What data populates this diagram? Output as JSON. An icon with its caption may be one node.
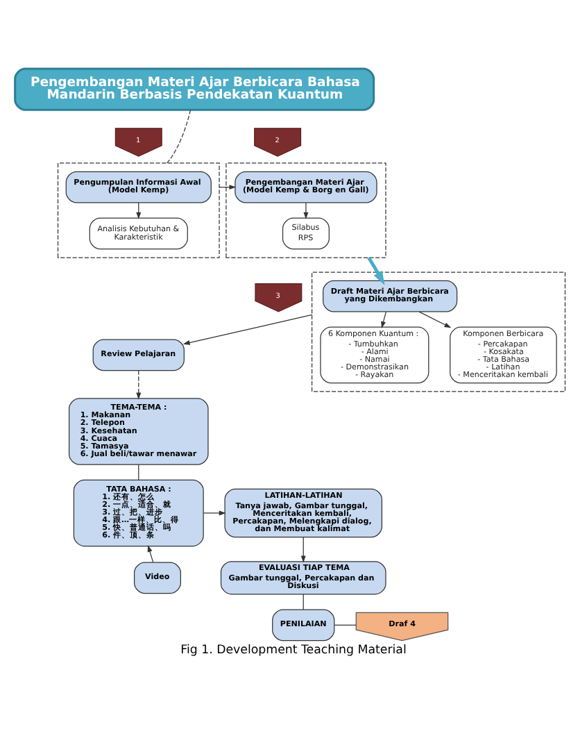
{
  "diagram": {
    "caption": "Fig 1. Development Teaching Material",
    "nodes": [
      {
        "text": [
          "Pengembangan Materi Ajar Berbicara Bahasa Mandarin Berbasis Pendekatan Kuantum"
        ]
      },
      {
        "text": [
          "1"
        ]
      },
      {
        "text": [
          "2"
        ]
      },
      {
        "text": [],
        "shape": "box"
      },
      {
        "text": [
          "Pengumpulan Informasi Awal (Model Kemp)"
        ],
        "in": 3
      },
      {
        "text": [
          "Analisis Kebutuhan & Karakteristik"
        ],
        "in": 3
      },
      {
        "text": [],
        "shape": "box"
      },
      {
        "text": [
          "Pengembangan Materi Ajar (Model Kemp & Borg en Gall)"
        ],
        "in": 6
      },
      {
        "text": [
          "Silabus",
          "RPS"
        ],
        "in": 6
      },
      {
        "text": [
          "3"
        ]
      },
      {
        "text": [],
        "shape": "box"
      },
      {
        "text": [
          "Draft Materi Ajar Berbicara yang Dikembangkan"
        ],
        "in": 10
      },
      {
        "text": [
          "6 Komponen Kuantum :",
          "- Tumbuhkan",
          "- Alami",
          "- Namai",
          "- Demonstrasikan",
          "- Rayakan"
        ],
        "in": 10
      },
      {
        "text": [
          "Komponen Berbicara",
          "- Percakapan",
          "- Kosakata",
          "- Tata Bahasa",
          "- Latihan",
          "- Menceritakan kembali"
        ],
        "in": 10
      },
      {
        "text": [
          "Review Pelajaran"
        ]
      },
      {
        "text": [
          "TEMA-TEMA :",
          "1. Makanan",
          "2. Telepon",
          "3. Kesehatan",
          "4. Cuaca",
          "5. Tamasya",
          "6. Jual beli/tawar menawar"
        ]
      },
      {
        "text": [
          "TATA BAHASA :",
          "1. 还有、怎么",
          "2. 一点、适合、就",
          "3. 过、把、进步",
          "4. 跟…一样、比、得",
          "5. 快、普通话、吗",
          "6. 件、顶、条"
        ]
      },
      {
        "text": [
          "LATIHAN-LATIHAN",
          "Tanya jawab, Gambar tunggal, Menceritakan kembali, Percakapan, Melengkapi dialog, dan Membuat kalimat"
        ]
      },
      {
        "text": [
          "Video"
        ]
      },
      {
        "text": [
          "EVALUASI TIAP TEMA",
          "Gambar tunggal, Percakapan dan Diskusi"
        ]
      },
      {
        "text": [
          "Draf 4"
        ]
      },
      {
        "text": [
          "PENILAIAN"
        ]
      }
    ],
    "edges": [
      {
        "from": 0,
        "to": 3,
        "arrow": "none",
        "style": "dashed"
      },
      {
        "from": 4,
        "to": 5,
        "arrow": "to"
      },
      {
        "from": 3,
        "to": 7,
        "arrow": "to"
      },
      {
        "from": 7,
        "to": 8,
        "arrow": "to"
      },
      {
        "from": 6,
        "to": 11,
        "arrow": "to",
        "style": "thick",
        "color": "#4bacc6"
      },
      {
        "from": 11,
        "to": 12,
        "arrow": "to"
      },
      {
        "from": 11,
        "to": 13,
        "arrow": "to"
      },
      {
        "from": 10,
        "to": 14,
        "arrow": "to"
      },
      {
        "from": 14,
        "to": 15,
        "arrow": "to",
        "style": "dashed"
      },
      {
        "from": 15,
        "to": 16,
        "arrow": "none"
      },
      {
        "from": 16,
        "to": 17,
        "arrow": "to"
      },
      {
        "from": 18,
        "to": 16,
        "arrow": "to"
      },
      {
        "from": 17,
        "to": 19,
        "arrow": "to"
      },
      {
        "from": 19,
        "to": 21,
        "arrow": "none"
      },
      {
        "from": 21,
        "to": 20,
        "arrow": "none"
      }
    ]
  }
}
